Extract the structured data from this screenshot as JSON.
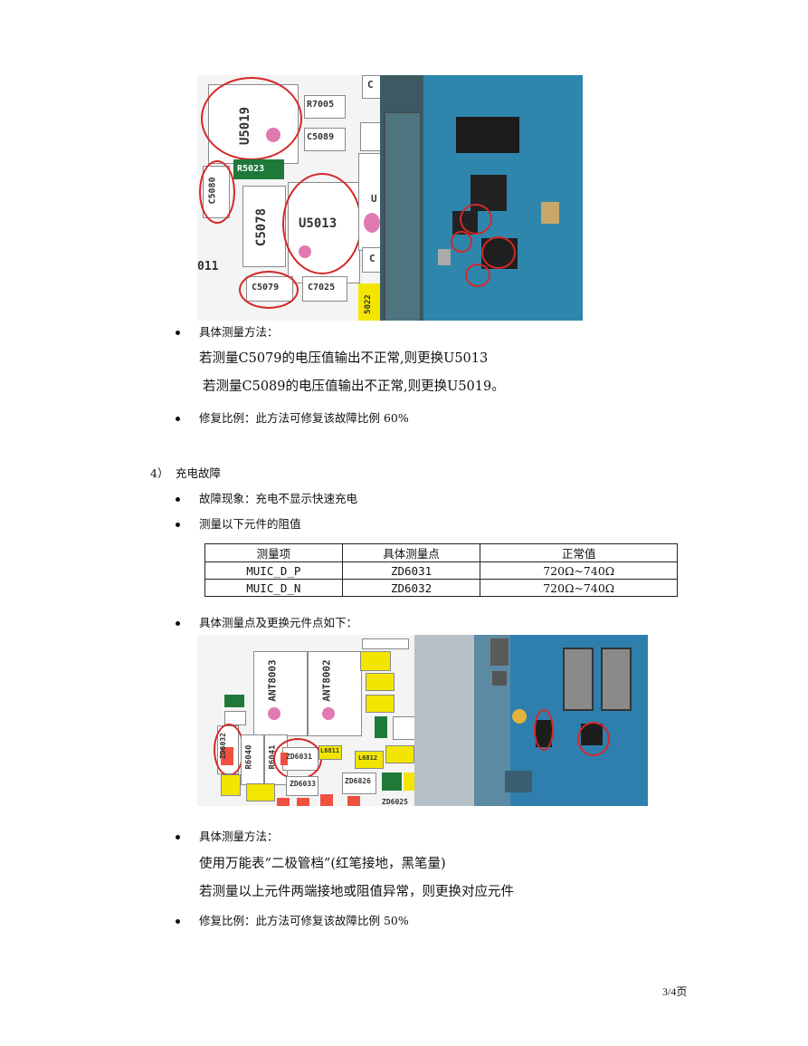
{
  "section1": {
    "method_label": "具体测量方法：",
    "line1": "若测量C5079的电压值输出不正常,则更换U5013",
    "line2": "若测量C5089的电压值输出不正常,则更换U5019。",
    "ratio": "修复比例：此方法可修复该故障比例 60%"
  },
  "pcb1_labels": {
    "u5019": "U5019",
    "r7005": "R7005",
    "c5089": "C5089",
    "r5023": "R5023",
    "c5080": "C5080",
    "c5078": "C5078",
    "u5013": "U5013",
    "l011": "011",
    "c5079": "C5079",
    "c7025": "C7025",
    "right_c": "C",
    "right_u": "U",
    "c5022": "5022",
    "top_c": "C"
  },
  "section4": {
    "heading_num": "4）",
    "heading": "充电故障",
    "symptom": "故障现象：充电不显示快速充电",
    "measure": "测量以下元件的阻值"
  },
  "table": {
    "headers": [
      "测量项",
      "具体测量点",
      "正常值"
    ],
    "rows": [
      [
        "MUIC_D_P",
        "ZD6031",
        "720Ω~740Ω"
      ],
      [
        "MUIC_D_N",
        "ZD6032",
        "720Ω~740Ω"
      ]
    ]
  },
  "section4b": {
    "points_label": "具体测量点及更换元件点如下：",
    "method_label": "具体测量方法：",
    "line1": "使用万能表“二极管档”(红笔接地，黑笔量)",
    "line2": "若测量以上元件两端接地或阻值异常，则更换对应元件",
    "ratio": "修复比例：此方法可修复该故障比例 50%"
  },
  "pcb2_labels": {
    "ant8003": "ANT8003",
    "ant8002": "ANT8002",
    "zd6032": "ZD6032",
    "r6040": "R6040",
    "r6041": "R6041",
    "zd6031": "ZD6031",
    "zd6033": "ZD6033",
    "zd6826": "ZD6826",
    "zd6025": "ZD6025",
    "l6811": "L6811",
    "l6812": "L6812"
  },
  "footer": {
    "page": "3/4页"
  },
  "colors": {
    "ring": "#d42828",
    "pcb_blue": "#2e7fa8",
    "green": "#1f7a3a",
    "yellow": "#f2e600"
  }
}
